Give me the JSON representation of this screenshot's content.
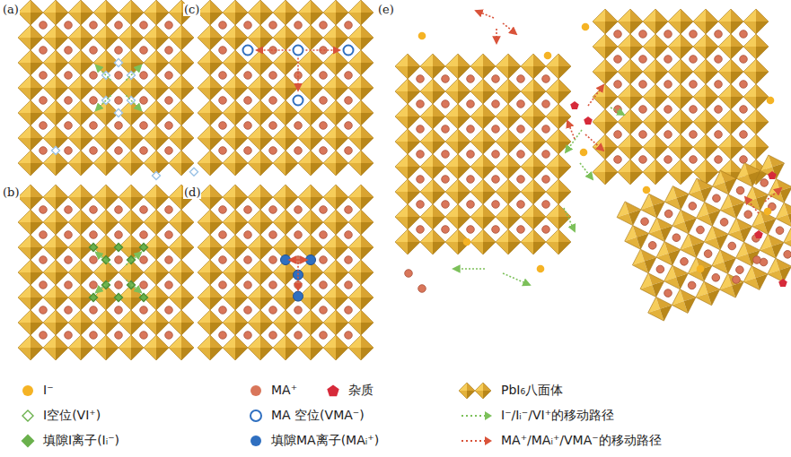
{
  "diagram": {
    "labels": [
      "(a)",
      "(c)",
      "(e)",
      "(b)",
      "(d)"
    ],
    "legend": [
      {
        "text": "I⁻",
        "color": "#f5b324"
      },
      {
        "text": "I空位(VI⁺)"
      },
      {
        "text": "填隙I离子(Iᵢ⁻)",
        "color": "#6ab04c"
      },
      {
        "text": "MA⁺",
        "color": "#d9765a"
      },
      {
        "text": "杂质",
        "color": "#d62a3a"
      },
      {
        "text": "MA 空位(VMA⁻)"
      },
      {
        "text": "填隙MA离子(MAᵢ⁺)",
        "color": "#2f6fc0"
      },
      {
        "text": "PbI₆八面体"
      },
      {
        "text": "I⁻/Iᵢ⁻/VI⁺的移动路径"
      },
      {
        "text": "MA⁺/MAᵢ⁺/VMA⁻的移动路径"
      }
    ]
  }
}
